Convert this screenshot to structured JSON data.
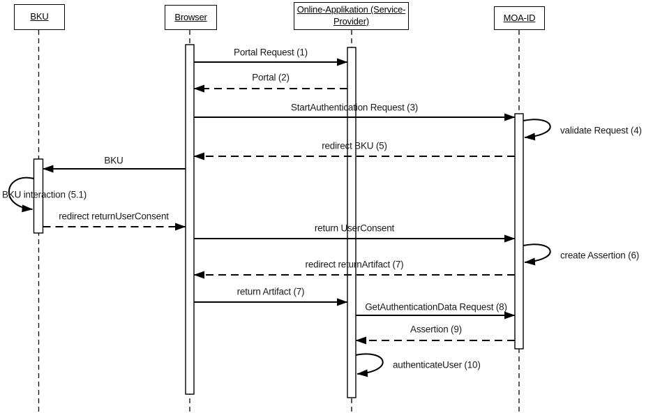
{
  "diagram": {
    "type": "uml-sequence-diagram",
    "colors": {
      "line": "#000000",
      "background": "#ffffff",
      "text": "#1a1a1a"
    },
    "actors": [
      {
        "id": "bku",
        "label": "BKU",
        "label_lines": [
          "BKU"
        ]
      },
      {
        "id": "browser",
        "label": "Browser",
        "label_lines": [
          "Browser"
        ]
      },
      {
        "id": "online_app",
        "label": "Online-Applikation (Service-Provider)",
        "label_lines": [
          "Online-Applikation (Service-",
          "Provider)"
        ]
      },
      {
        "id": "moa_id",
        "label": "MOA-ID",
        "label_lines": [
          "MOA-ID"
        ]
      }
    ],
    "messages": [
      {
        "label": "Portal Request (1)",
        "from": "browser",
        "to": "online_app",
        "style": "solid"
      },
      {
        "label": "Portal (2)",
        "from": "online_app",
        "to": "browser",
        "style": "dashed"
      },
      {
        "label": "StartAuthentication Request (3)",
        "from": "browser",
        "to": "moa_id",
        "style": "solid"
      },
      {
        "label": "validate Request (4)",
        "from": "moa_id",
        "to": "moa_id",
        "style": "self"
      },
      {
        "label": "redirect BKU (5)",
        "from": "moa_id",
        "to": "browser",
        "style": "dashed"
      },
      {
        "label": "BKU",
        "from": "browser",
        "to": "bku",
        "style": "solid"
      },
      {
        "label": "BKU interaction (5.1)",
        "from": "bku",
        "to": "bku",
        "style": "self"
      },
      {
        "label": "redirect returnUserConsent",
        "from": "bku",
        "to": "browser",
        "style": "dashed"
      },
      {
        "label": "return UserConsent",
        "from": "browser",
        "to": "moa_id",
        "style": "solid"
      },
      {
        "label": "create Assertion (6)",
        "from": "moa_id",
        "to": "moa_id",
        "style": "self"
      },
      {
        "label": "redirect returnArtifact (7)",
        "from": "moa_id",
        "to": "browser",
        "style": "dashed"
      },
      {
        "label": "return Artifact (7)",
        "from": "browser",
        "to": "online_app",
        "style": "solid"
      },
      {
        "label": "GetAuthenticationData Request (8)",
        "from": "online_app",
        "to": "moa_id",
        "style": "solid"
      },
      {
        "label": "Assertion (9)",
        "from": "moa_id",
        "to": "online_app",
        "style": "dashed"
      },
      {
        "label": "authenticateUser (10)",
        "from": "online_app",
        "to": "online_app",
        "style": "self"
      }
    ]
  }
}
